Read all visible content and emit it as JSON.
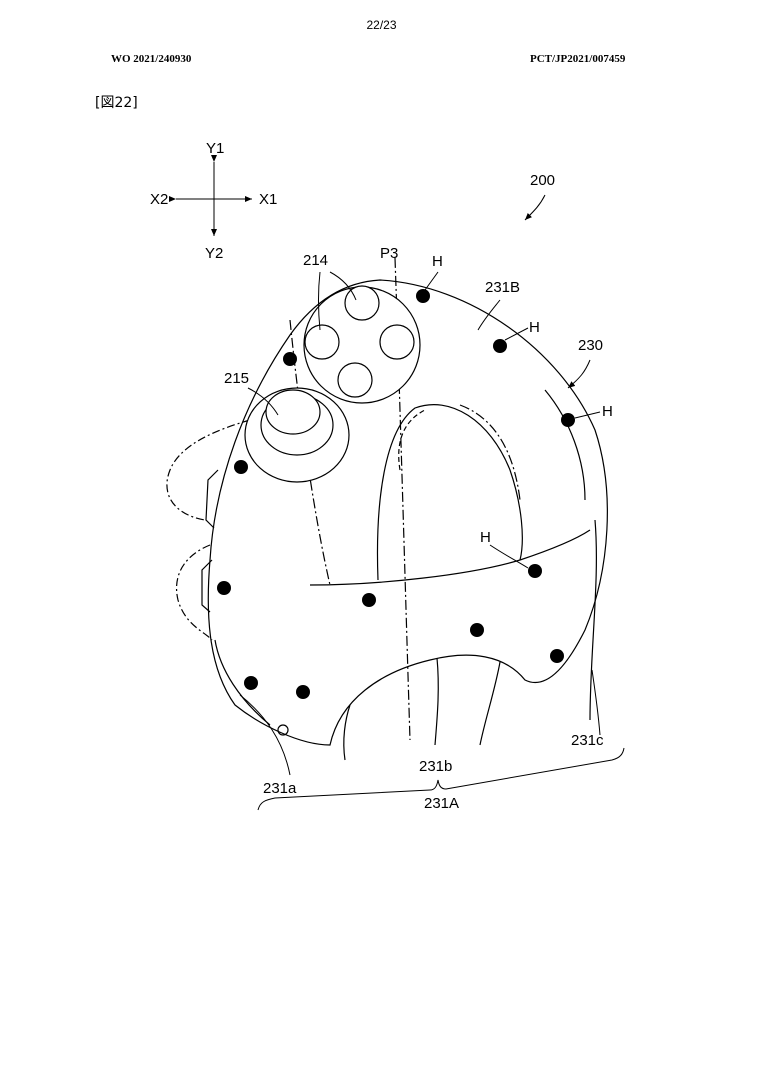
{
  "header": {
    "page_number": "22/23",
    "publication_number": "WO 2021/240930",
    "application_number": "PCT/JP2021/007459"
  },
  "figure": {
    "label": "[図22]",
    "axes": {
      "up": "Y1",
      "down": "Y2",
      "left": "X2",
      "right": "X1"
    },
    "reference_labels": {
      "device": "200",
      "buttons": "214",
      "stick": "215",
      "point": "P3",
      "housing": "230",
      "upper_surface": "231B",
      "grip_area": "231A",
      "part_a": "231a",
      "part_b": "231b",
      "part_c": "231c",
      "hole_marker": "H"
    }
  }
}
